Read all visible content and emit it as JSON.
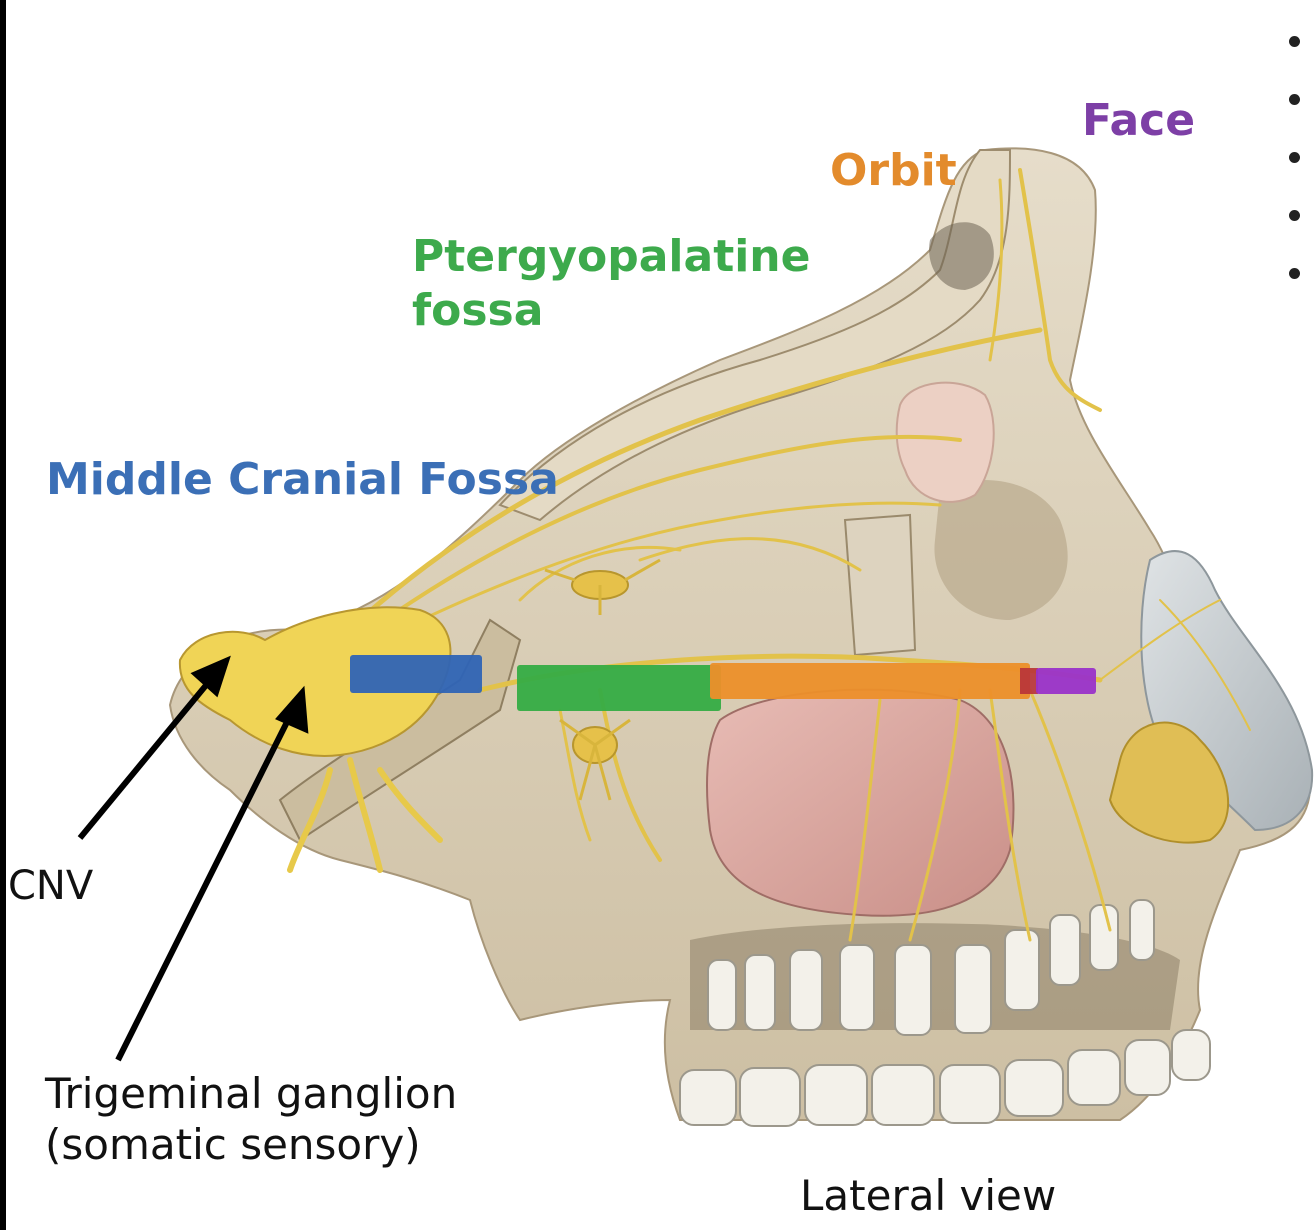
{
  "regions": {
    "middle_cranial_fossa": {
      "text": "Middle Cranial Fossa",
      "color": "#3b6fb6"
    },
    "pterygopalatine_fossa": {
      "line1": "Ptergyopalatine",
      "line2": "fossa",
      "color": "#3daa4c"
    },
    "orbit": {
      "text": "Orbit",
      "color": "#e38b2c"
    },
    "face": {
      "text": "Face",
      "color": "#7d3fa6"
    }
  },
  "labels": {
    "cnv": "CNV",
    "trigeminal_line1": "Trigeminal ganglion",
    "trigeminal_line2": "(somatic sensory)",
    "view": "Lateral view"
  },
  "bullets": {
    "count": 5
  },
  "colors": {
    "bone": "#d9cfbb",
    "bone_shadow": "#b8ab92",
    "nerve": "#e8c84a",
    "nerve_dark": "#c9a72e",
    "sinus": "#dba7a1",
    "teeth": "#f3f1ea",
    "nose_cartilage": "#c7cdd1",
    "gland": "#e9c9b8",
    "arrow": "#000000"
  }
}
